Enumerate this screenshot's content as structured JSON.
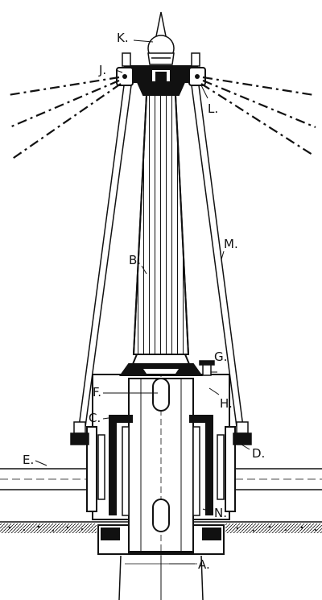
{
  "diagram": {
    "ink_color": "#111111",
    "paper_color": "#ffffff",
    "labels": {
      "A": "A.",
      "B": "B.",
      "C": "C.",
      "D": "D.",
      "E": "E.",
      "F": "F.",
      "G": "G.",
      "H": "H.",
      "J": "J.",
      "K": "K.",
      "L": "L.",
      "M": "M.",
      "N": "N."
    }
  }
}
